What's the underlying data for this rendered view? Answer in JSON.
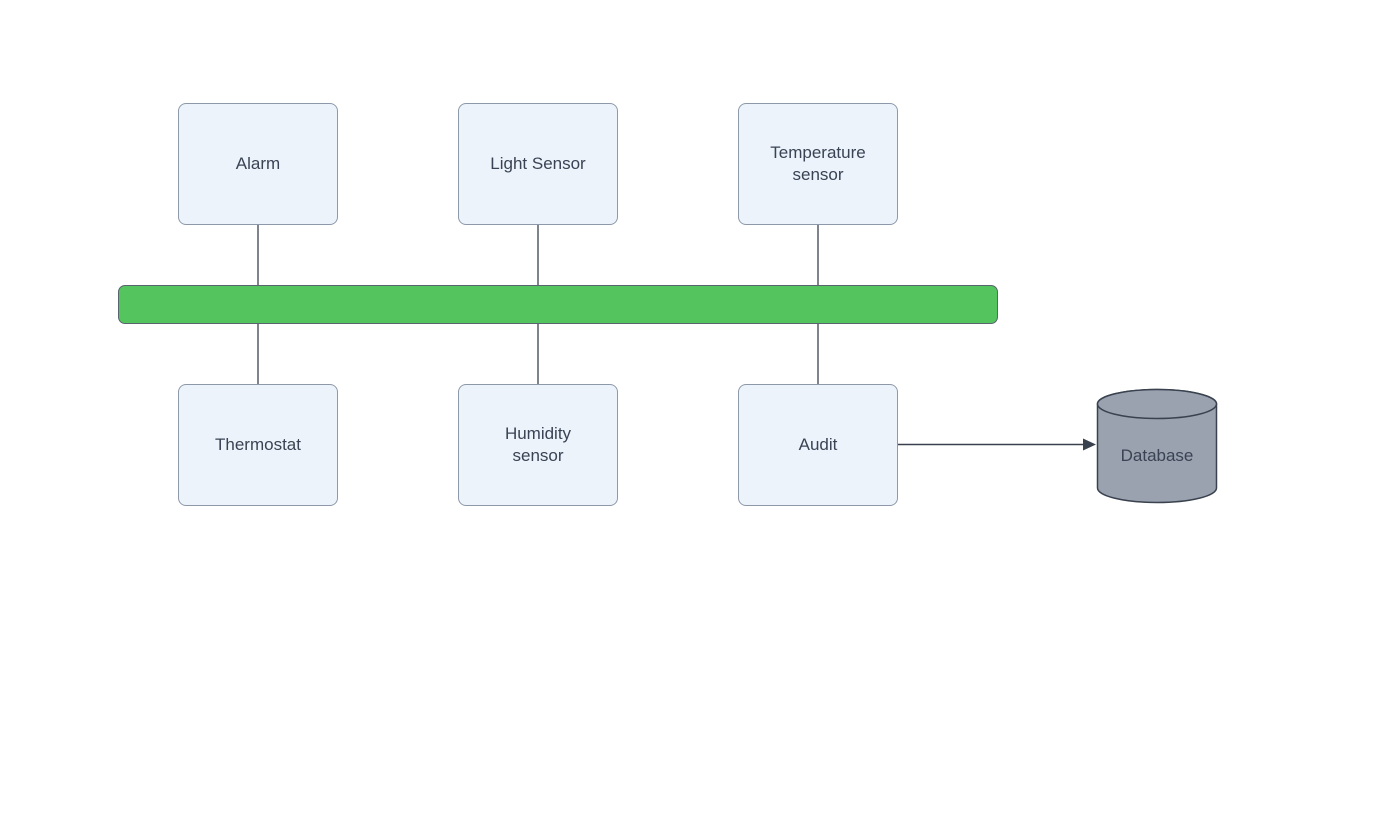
{
  "diagram": {
    "type": "bus-architecture-diagram",
    "colors": {
      "node_fill": "#ecf3fb",
      "node_border": "#8d99a9",
      "bus_fill": "#54c45e",
      "bus_border": "#5a646e",
      "db_fill": "#9aa2af",
      "db_border": "#39424e",
      "text": "#3a4354",
      "line": "#3a414e",
      "background": "#ffffff"
    },
    "nodes": {
      "alarm": {
        "label": "Alarm",
        "shape": "rounded-rectangle"
      },
      "light_sensor": {
        "label": "Light Sensor",
        "shape": "rounded-rectangle"
      },
      "temperature_sensor": {
        "label": "Temperature\nsensor",
        "shape": "rounded-rectangle"
      },
      "thermostat": {
        "label": "Thermostat",
        "shape": "rounded-rectangle"
      },
      "humidity_sensor": {
        "label": "Humidity\nsensor",
        "shape": "rounded-rectangle"
      },
      "audit": {
        "label": "Audit",
        "shape": "rounded-rectangle"
      },
      "bus": {
        "label": "",
        "shape": "rounded-rectangle-bar"
      },
      "database": {
        "label": "Database",
        "shape": "cylinder"
      }
    },
    "edges": [
      {
        "from": "alarm",
        "to": "bus",
        "directed": false
      },
      {
        "from": "light_sensor",
        "to": "bus",
        "directed": false
      },
      {
        "from": "temperature_sensor",
        "to": "bus",
        "directed": false
      },
      {
        "from": "bus",
        "to": "thermostat",
        "directed": false
      },
      {
        "from": "bus",
        "to": "humidity_sensor",
        "directed": false
      },
      {
        "from": "bus",
        "to": "audit",
        "directed": false
      },
      {
        "from": "audit",
        "to": "database",
        "directed": true
      }
    ]
  }
}
